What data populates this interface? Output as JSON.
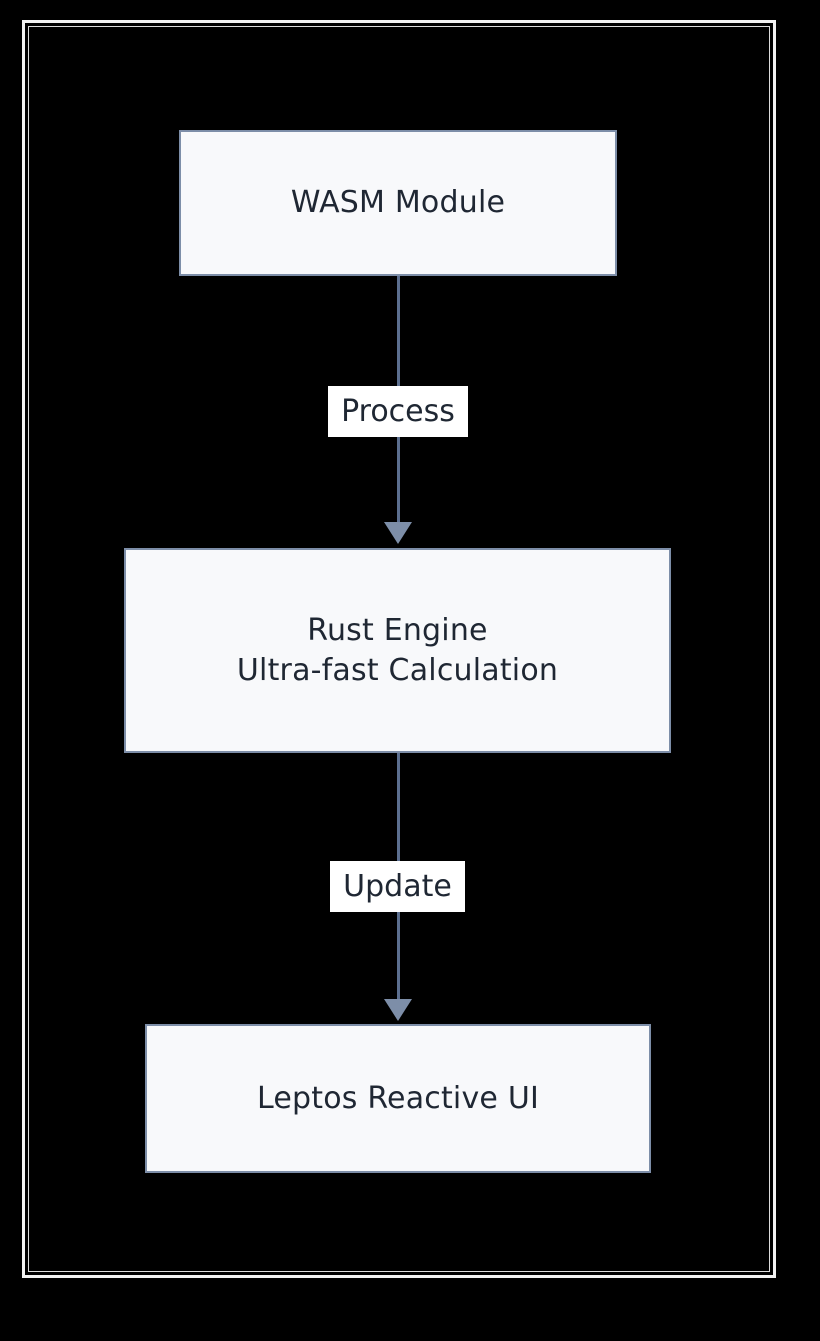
{
  "diagram": {
    "type": "flowchart",
    "direction": "top-down",
    "background_color": "#000000",
    "frame_color": "#f2f2f2",
    "node_fill": "#f8f9fb",
    "node_border": "#7d8ea8",
    "edge_color": "#5c6f8f",
    "text_color": "#1f2733",
    "nodes": [
      {
        "id": "wasm",
        "label": "WASM Module",
        "shape": "rectangle"
      },
      {
        "id": "rust",
        "label": "Rust Engine\nUltra-fast Calculation",
        "shape": "rectangle"
      },
      {
        "id": "leptos",
        "label": "Leptos Reactive UI",
        "shape": "rectangle"
      }
    ],
    "edges": [
      {
        "id": "edge-1",
        "from": "wasm",
        "to": "rust",
        "label": "Process",
        "arrow": "arrow-down-icon"
      },
      {
        "id": "edge-2",
        "from": "rust",
        "to": "leptos",
        "label": "Update",
        "arrow": "arrow-down-icon"
      }
    ]
  }
}
